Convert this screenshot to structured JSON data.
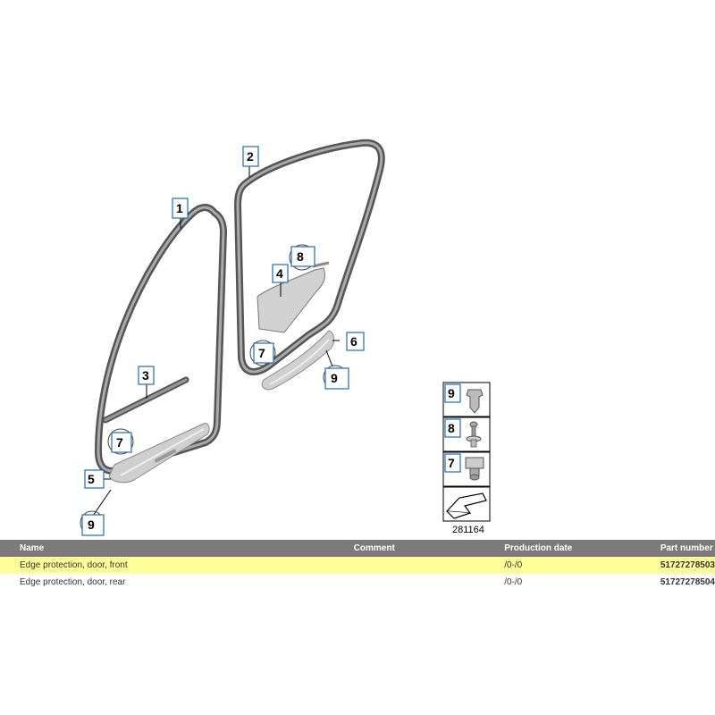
{
  "diagram": {
    "reference_number": "281164",
    "callouts": [
      {
        "id": "c1",
        "label": "1"
      },
      {
        "id": "c2",
        "label": "2"
      },
      {
        "id": "c3",
        "label": "3"
      },
      {
        "id": "c4",
        "label": "4"
      },
      {
        "id": "c5",
        "label": "5"
      },
      {
        "id": "c6",
        "label": "6"
      },
      {
        "id": "c7a",
        "label": "7"
      },
      {
        "id": "c7b",
        "label": "7"
      },
      {
        "id": "c8",
        "label": "8"
      },
      {
        "id": "c9a",
        "label": "9"
      },
      {
        "id": "c9b",
        "label": "9"
      }
    ],
    "legend": [
      {
        "label": "9",
        "icon": "clip-icon"
      },
      {
        "label": "8",
        "icon": "screw-clip-icon"
      },
      {
        "label": "7",
        "icon": "nut-clip-icon"
      }
    ]
  },
  "table": {
    "headers": {
      "name": "Name",
      "comment": "Comment",
      "date": "Production date",
      "part": "Part number"
    },
    "rows": [
      {
        "name": "Edge protection, door, front",
        "comment": "",
        "date": "/0-/0",
        "part": "51727278503",
        "selected": true
      },
      {
        "name": "Edge protection, door, rear",
        "comment": "",
        "date": "/0-/0",
        "part": "51727278504",
        "selected": false
      }
    ]
  },
  "colors": {
    "callout_border": "#1f6fb2",
    "header_bg": "#7b7b7b",
    "selected_row": "#ffff99"
  }
}
